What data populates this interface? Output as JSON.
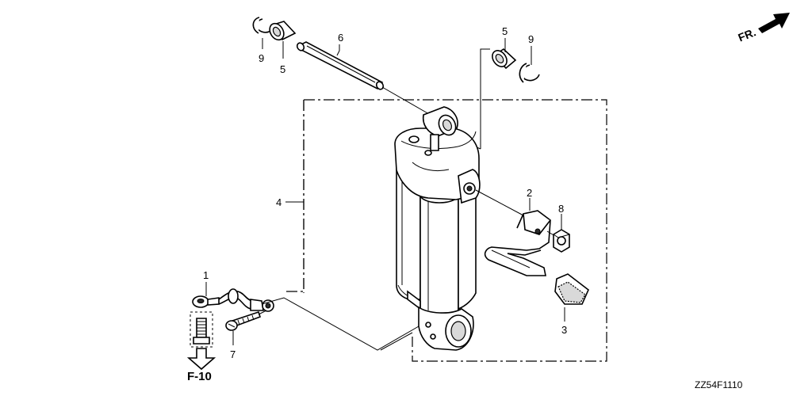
{
  "diagram": {
    "callouts": {
      "c1": "1",
      "c2": "2",
      "c3": "3",
      "c4": "4",
      "c5a": "5",
      "c5b": "5",
      "c6": "6",
      "c7": "7",
      "c8": "8",
      "c9a": "9",
      "c9b": "9"
    },
    "direction_label": "FR.",
    "reference_label": "F-10",
    "drawing_code": "ZZ54F1110"
  }
}
